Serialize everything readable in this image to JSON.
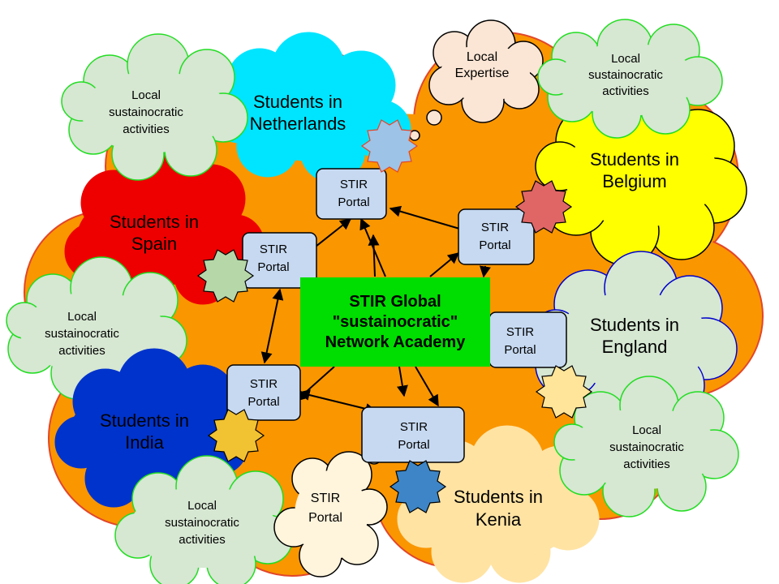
{
  "colors": {
    "orange": "#fa9600",
    "green_box": "#00dd00",
    "portal_fill": "#c6d9f1",
    "local_fill": "#d6e7d2",
    "local_stroke": "#22dd22",
    "netherlands": "#00e5ff",
    "belgium": "#ffff00",
    "spain": "#ee0000",
    "india": "#0033cc",
    "kenia": "#ffe3a3",
    "expertise": "#fbe5d4"
  },
  "center": {
    "line1": "STIR Global",
    "line2": "\"sustainocratic\"",
    "line3": "Network Academy"
  },
  "portals": {
    "top": {
      "line1": "STIR",
      "line2": "Portal"
    },
    "right": {
      "line1": "STIR",
      "line2": "Portal"
    },
    "left": {
      "line1": "STIR",
      "line2": "Portal"
    },
    "england": {
      "line1": "STIR",
      "line2": "Portal"
    },
    "bottom_left": {
      "line1": "STIR",
      "line2": "Portal"
    },
    "bottom": {
      "line1": "STIR",
      "line2": "Portal"
    },
    "bubble": {
      "line1": "STIR",
      "line2": "Portal"
    }
  },
  "students": {
    "netherlands": {
      "line1": "Students in",
      "line2": "Netherlands"
    },
    "belgium": {
      "line1": "Students in",
      "line2": "Belgium"
    },
    "spain": {
      "line1": "Students in",
      "line2": "Spain"
    },
    "england": {
      "line1": "Students in",
      "line2": "England"
    },
    "india": {
      "line1": "Students in",
      "line2": "India"
    },
    "kenia": {
      "line1": "Students in",
      "line2": "Kenia"
    }
  },
  "local_activities": {
    "top_left": {
      "line1": "Local",
      "line2": "sustainocratic",
      "line3": "activities"
    },
    "top_right": {
      "line1": "Local",
      "line2": "sustainocratic",
      "line3": "activities"
    },
    "left": {
      "line1": "Local",
      "line2": "sustainocratic",
      "line3": "activities"
    },
    "right": {
      "line1": "Local",
      "line2": "sustainocratic",
      "line3": "activities"
    },
    "bottom": {
      "line1": "Local",
      "line2": "sustainocratic",
      "line3": "activities"
    }
  },
  "expertise": {
    "line1": "Local",
    "line2": "Expertise"
  }
}
